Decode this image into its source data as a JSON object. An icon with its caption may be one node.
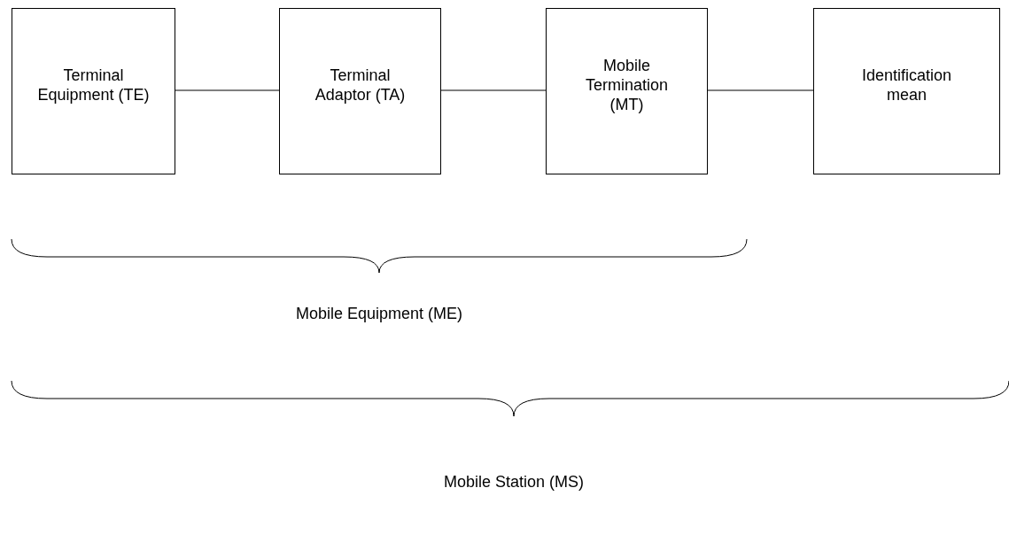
{
  "diagram": {
    "nodes": [
      {
        "text": [
          "Terminal Equipment (TE)"
        ]
      },
      {
        "text": [
          "Terminal Adaptor (TA)"
        ]
      },
      {
        "text": [
          "Mobile Termination (MT)"
        ]
      },
      {
        "text": [
          "Identification mean"
        ]
      }
    ],
    "edges": [
      {
        "from": 0,
        "to": 1,
        "arrow": "none"
      },
      {
        "from": 1,
        "to": 2,
        "arrow": "none"
      },
      {
        "from": 2,
        "to": 3,
        "arrow": "none"
      }
    ],
    "labels": [
      "Mobile Equipment (ME)",
      "Mobile Station (MS)"
    ]
  }
}
